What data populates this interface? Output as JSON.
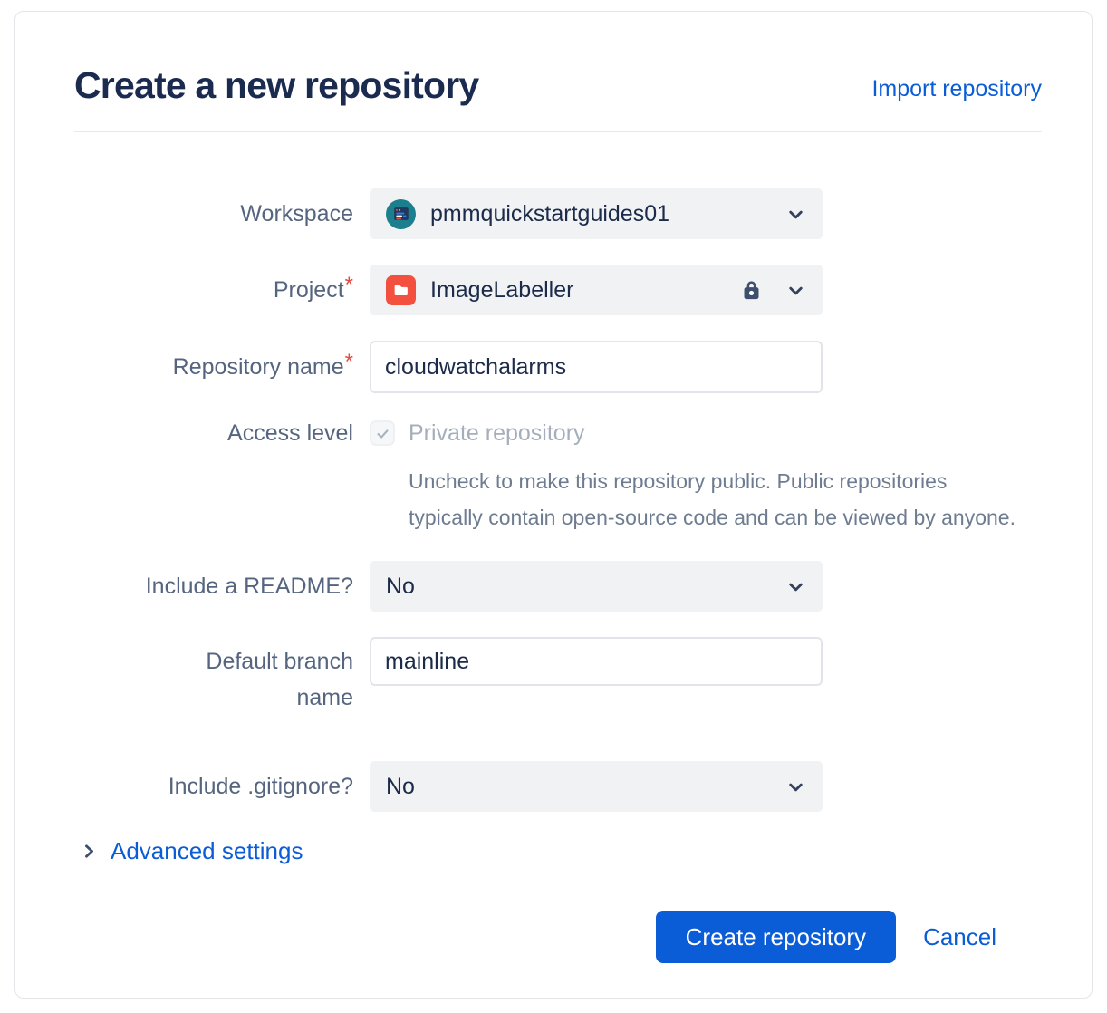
{
  "header": {
    "title": "Create a new repository",
    "import_link": "Import repository"
  },
  "form": {
    "workspace": {
      "label": "Workspace",
      "value": "pmmquickstartguides01"
    },
    "project": {
      "label": "Project",
      "required_marker": "*",
      "value": "ImageLabeller",
      "locked": true
    },
    "repository_name": {
      "label": "Repository name",
      "required_marker": "*",
      "value": "cloudwatchalarms"
    },
    "access_level": {
      "label": "Access level",
      "checkbox_label": "Private repository",
      "checked": true,
      "disabled": true,
      "help_text": "Uncheck to make this repository public. Public repositories typically contain open-source code and can be viewed by anyone."
    },
    "include_readme": {
      "label": "Include a README?",
      "value": "No"
    },
    "default_branch": {
      "label": "Default branch name",
      "value": "mainline"
    },
    "include_gitignore": {
      "label": "Include .gitignore?",
      "value": "No"
    },
    "advanced_settings": {
      "label": "Advanced settings"
    }
  },
  "actions": {
    "create": "Create repository",
    "cancel": "Cancel"
  },
  "colors": {
    "primary_blue": "#0B5CD7",
    "title_navy": "#1A2B4F",
    "label_slate": "#56657F",
    "field_bg": "#F1F2F4",
    "input_border": "#E2E4EA",
    "danger_red": "#E04A3F",
    "folder_red": "#F4503F",
    "avatar_teal": "#1C7F8D",
    "icon_slate": "#3E4F6E",
    "disabled_text": "#A5AEBC",
    "help_gray": "#6E7C91"
  },
  "icons": [
    "workspace-avatar-icon",
    "folder-icon",
    "lock-icon",
    "chevron-down-icon",
    "chevron-right-icon",
    "checkbox-check-icon"
  ]
}
